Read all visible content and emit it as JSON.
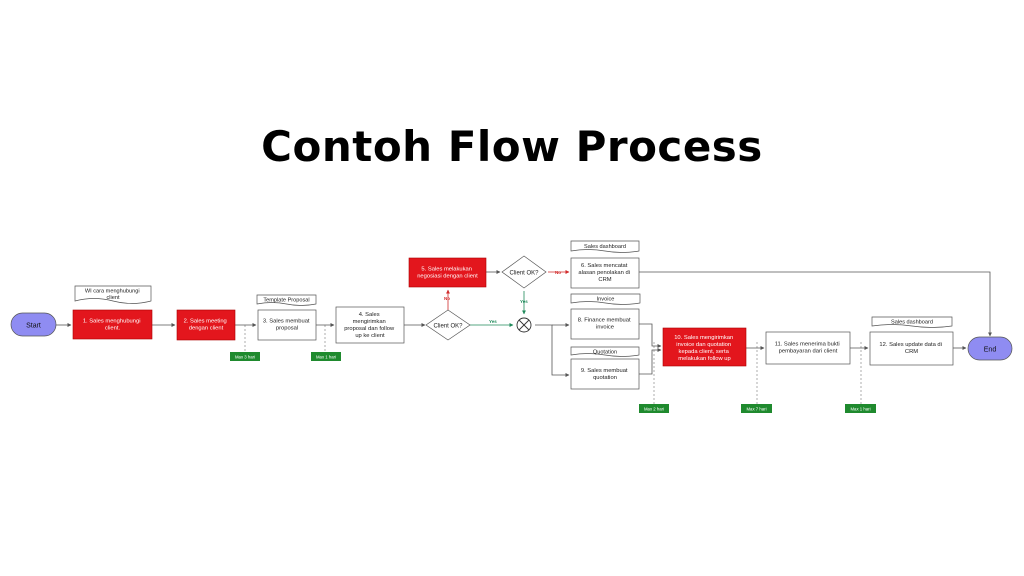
{
  "title": "Contoh Flow Process",
  "colors": {
    "red": "#e3161d",
    "terminal": "#8f8cf2",
    "badge": "#1f8a2e",
    "yes": "#1f8a5a",
    "no": "#d12a2a",
    "line": "#555555",
    "dashed": "#9a9a9a"
  },
  "terminals": {
    "start": "Start",
    "end": "End"
  },
  "steps": {
    "s1": [
      "1. Sales menghubungi",
      "client."
    ],
    "s2": [
      "2. Sales meeting",
      "dengan client"
    ],
    "s3": [
      "3. Sales membuat",
      "proposal"
    ],
    "s4": [
      "4. Sales",
      "mengirimkan",
      "proposal dan follow",
      "up ke client"
    ],
    "s5": [
      "5. Sales melakukan",
      "negosiasi dengan client"
    ],
    "s6": [
      "6. Sales mencatat",
      "alasan penolakan di",
      "CRM"
    ],
    "s8": [
      "8. Finance membuat",
      "invoice"
    ],
    "s9": [
      "9. Sales membuat",
      "quotation"
    ],
    "s10": [
      "10. Sales mengirimkan",
      "invoice dan quotation",
      "kepada client, serta",
      "melakukan follow up"
    ],
    "s11": [
      "11. Sales menerima bukti",
      "pembayaran dari client"
    ],
    "s12": [
      "12. Sales update data di",
      "CRM"
    ]
  },
  "documents": {
    "wi": [
      "WI cara menghubungi",
      "client"
    ],
    "template": "Template Proposal",
    "dashboard1": "Sales dashboard",
    "invoice": "Invoice",
    "quotation": "Quotation",
    "dashboard2": "Sales dashboard"
  },
  "decisions": {
    "d1": "Client OK?",
    "d2": "Client OK?"
  },
  "edge_labels": {
    "d1_no": "No",
    "d1_yes": "Yes",
    "d2_no": "No",
    "d2_yes": "Yes"
  },
  "sla": {
    "b1": "Max 3 hari",
    "b2": "Max 1 hari",
    "b3": "Max 2 hari",
    "b4": "Max 7 hari",
    "b5": "Max 1 hari"
  }
}
